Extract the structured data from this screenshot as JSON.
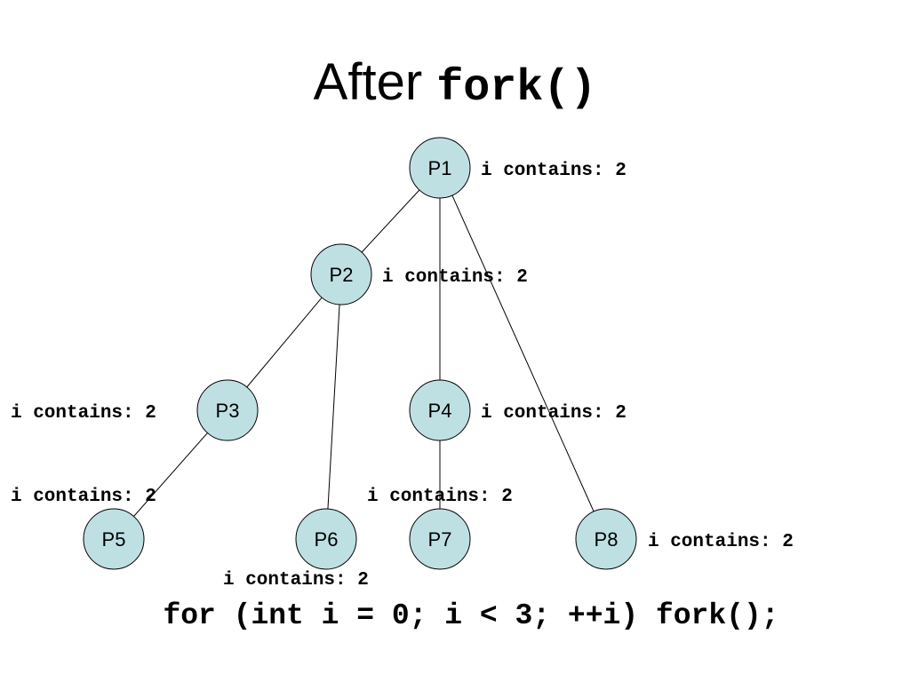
{
  "slide": {
    "title_text": "After ",
    "title_code": "fork()",
    "code_line": "for (int i = 0; i < 3; ++i) fork();"
  },
  "node_fill": "#bfe0e3",
  "nodes": [
    {
      "id": "P1",
      "label": "P1",
      "var_label": "i contains: 2"
    },
    {
      "id": "P2",
      "label": "P2",
      "var_label": "i contains: 2"
    },
    {
      "id": "P3",
      "label": "P3",
      "var_label": "i contains: 2"
    },
    {
      "id": "P4",
      "label": "P4",
      "var_label": "i contains: 2"
    },
    {
      "id": "P5",
      "label": "P5",
      "var_label": "i contains: 2"
    },
    {
      "id": "P6",
      "label": "P6",
      "var_label": "i contains: 2"
    },
    {
      "id": "P7",
      "label": "P7",
      "var_label": "i contains: 2"
    },
    {
      "id": "P8",
      "label": "P8",
      "var_label": "i contains: 2"
    }
  ],
  "edges": [
    {
      "from": "P1",
      "to": "P2"
    },
    {
      "from": "P1",
      "to": "P4"
    },
    {
      "from": "P1",
      "to": "P8"
    },
    {
      "from": "P2",
      "to": "P3"
    },
    {
      "from": "P2",
      "to": "P6"
    },
    {
      "from": "P3",
      "to": "P5"
    },
    {
      "from": "P4",
      "to": "P7"
    }
  ]
}
